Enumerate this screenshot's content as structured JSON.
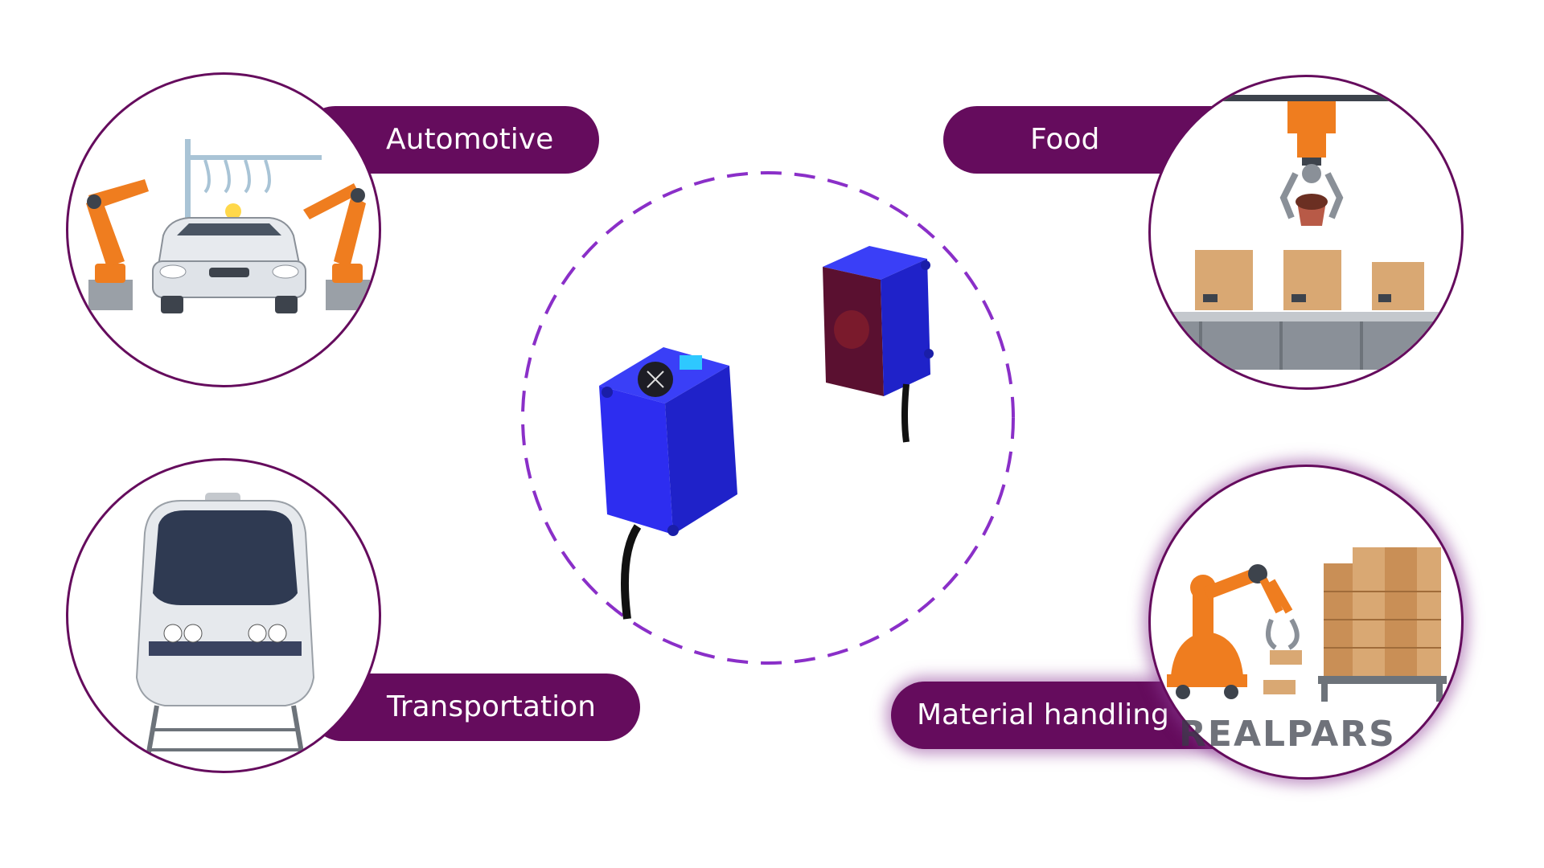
{
  "categories": {
    "automotive": {
      "label": "Automotive"
    },
    "food": {
      "label": "Food"
    },
    "transportation": {
      "label": "Transportation"
    },
    "material_handling": {
      "label": "Material handling"
    }
  },
  "watermark": "REALPARS",
  "colors": {
    "accent": "#650c5d",
    "dashed_ring": "#8a2fc8",
    "sensor_blue": "#2d2df0",
    "robot_orange": "#ef7d1f",
    "box_tan": "#d9a873"
  },
  "icons": {
    "automotive": "car-assembly-robots-icon",
    "food": "food-packaging-robot-icon",
    "transportation": "train-icon",
    "material_handling": "robot-arm-boxes-icon",
    "center": "photoelectric-sensor-pair-icon"
  }
}
